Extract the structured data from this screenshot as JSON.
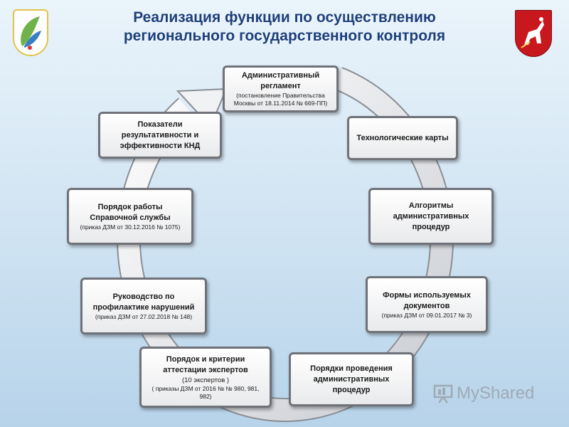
{
  "title": {
    "line1": "Реализация функции по осуществлению",
    "line2": "регионального государственного контроля"
  },
  "colors": {
    "title": "#1d3f7a",
    "box_border": "#6f7278",
    "ring": "#e4e6ea"
  },
  "icons": [
    "region-emblem-icon",
    "moscow-coat-of-arms-icon",
    "cycle-arrow-icon",
    "myshared-logo-icon"
  ],
  "boxes": {
    "admin_reg": {
      "main": "Административный регламент",
      "sub": "(постановление Правительства Москвы от 18.11.2014 № 669-ПП)"
    },
    "tech_maps": {
      "main": "Технологические карты"
    },
    "algorithms": {
      "main": "Алгоритмы административных процедур"
    },
    "forms": {
      "main": "Формы используемых документов",
      "sub": "(приказ ДЗМ от 09.01.2017 № 3)"
    },
    "procedures": {
      "main": "Порядки проведения административных процедур"
    },
    "attestation": {
      "main": "Порядок и критерии аттестации экспертов",
      "count": "(10 экспертов )",
      "sub": "( приказы ДЗМ от 2016 № № 980, 981, 982)"
    },
    "prevention": {
      "main": "Руководство по профилактике нарушений",
      "sub": "(приказ ДЗМ от 27.02.2018 № 148)"
    },
    "help_desk": {
      "main": "Порядок работы Справочной службы",
      "sub": "(приказ ДЗМ от 30.12.2016 № 1075)"
    },
    "indicators": {
      "main": "Показатели результативности и эффективности КНД"
    }
  },
  "watermark": {
    "text": "MyShared"
  }
}
